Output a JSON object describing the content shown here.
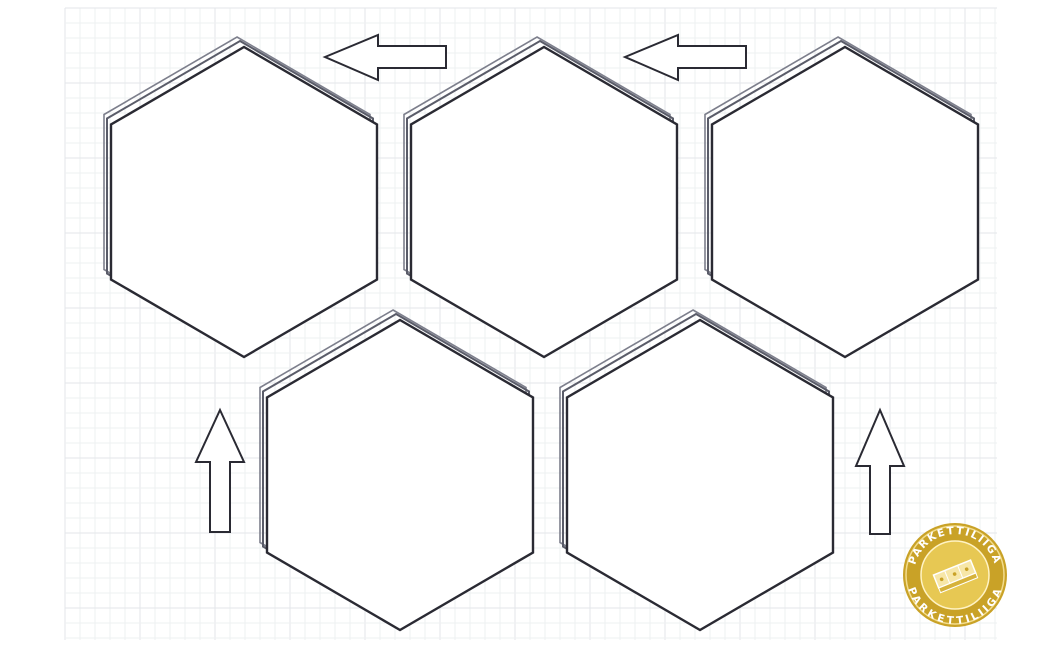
{
  "diagram": {
    "background_color": "#ffffff",
    "grid_color": "#e3e6ea",
    "line_color": "#2a2a33",
    "hexagons": [
      {
        "id": "hex-top-left",
        "row": "top",
        "col": 1
      },
      {
        "id": "hex-top-middle",
        "row": "top",
        "col": 2
      },
      {
        "id": "hex-top-right",
        "row": "top",
        "col": 3
      },
      {
        "id": "hex-bottom-left",
        "row": "bottom",
        "col": 1
      },
      {
        "id": "hex-bottom-right",
        "row": "bottom",
        "col": 2
      }
    ],
    "arrows": [
      {
        "id": "arrow-top-left",
        "direction": "left"
      },
      {
        "id": "arrow-top-right",
        "direction": "left"
      },
      {
        "id": "arrow-bottom-left",
        "direction": "up"
      },
      {
        "id": "arrow-bottom-right",
        "direction": "up"
      }
    ]
  },
  "logo": {
    "text_top": "PARKETTILIIGA",
    "text_bottom": "PARKETTILIIGA",
    "color_outer": "#c9a227",
    "color_inner": "#e2c14e",
    "icon": "parquet-plank-icon"
  }
}
